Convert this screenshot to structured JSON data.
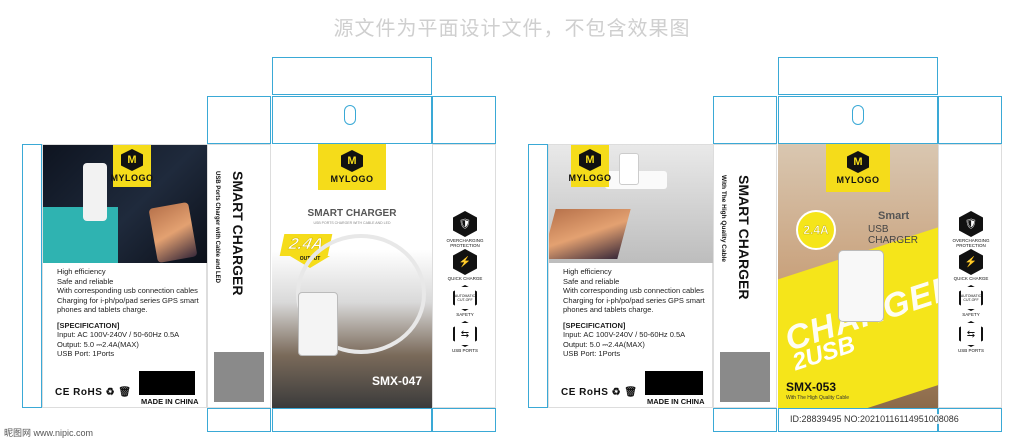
{
  "header": {
    "caption": "源文件为平面设计文件，不包含效果图"
  },
  "box1": {
    "logo": "MYLOGO",
    "features": [
      "High efficiency",
      "Safe and reliable",
      "With corresponding usb connection cables",
      "Charging for i-ph/po/pad series GPS smart",
      "phones and tablets charge."
    ],
    "spec_heading": "[SPECIFICATION]",
    "spec_lines": [
      "Input: AC 100V-240V / 50-60Hz 0.5A",
      "Output: 5.0 ⎓2.4A(MAX)",
      "USB Port: 1Ports"
    ],
    "certs": "CE RoHS ♻ 🗑",
    "made_in": "MADE IN CHINA",
    "side_title": "SMART CHARGER",
    "side_subtitle": "USB Ports Charger with Cable and LED",
    "front_title": "SMART CHARGER",
    "front_sub": "USB PORTS CHARGER WITH CABLE AND LED",
    "amp": "2.4A",
    "output": "OUTPUT",
    "model": "SMX-047"
  },
  "box2": {
    "logo": "MYLOGO",
    "features": [
      "High efficiency",
      "Safe and reliable",
      "With corresponding usb connection cables",
      "Charging for i-ph/po/pad series GPS smart",
      "phones and tablets charge."
    ],
    "spec_heading": "[SPECIFICATION]",
    "spec_lines": [
      "Input: AC 100V-240V / 50-60Hz 0.5A",
      "Output: 5.0 ⎓2.4A(MAX)",
      "USB Port: 1Ports"
    ],
    "certs": "CE RoHS ♻ 🗑",
    "made_in": "MADE IN CHINA",
    "side_title": "SMART CHARGER",
    "side_subtitle": "With The High Quality Cable",
    "front_title_1": "Smart",
    "front_title_2": "USB CHARGER",
    "amp": "2.4A",
    "big_text_1": "CHARGER",
    "big_text_2": "2USB",
    "model": "SMX-053",
    "model_sub": "With The High Quality Cable"
  },
  "badges": [
    {
      "icon": "🛡",
      "label": "Overcharging protection"
    },
    {
      "icon": "⚡",
      "label": "Quick charge"
    },
    {
      "icon": "AUTOMATIC CUT-OFF",
      "label": "Safety"
    },
    {
      "icon": "⇆",
      "label": "USB Ports"
    }
  ],
  "footer": {
    "site": "昵图网 www.nipic.com",
    "id": "ID:28839495 NO:20210116114951008086"
  }
}
